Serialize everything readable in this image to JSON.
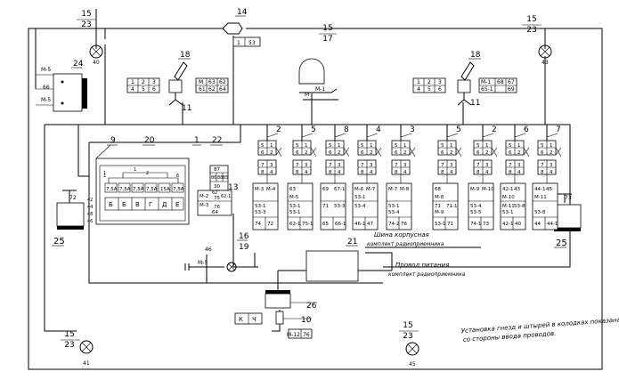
{
  "callouts": {
    "lamp_tl": "15\n23",
    "lamp_tr": "15\n23",
    "lamp_bl": "15\n23",
    "lamp_br": "15\n23",
    "dome": "15\n17",
    "sw14": "14",
    "item24": "24",
    "item18l": "18",
    "item18r": "18",
    "item11l": "11",
    "item11r": "11",
    "item9": "9",
    "item20": "20",
    "item1": "1",
    "item22": "22",
    "item13": "13",
    "item16": "16",
    "item19": "19",
    "item21": "21",
    "item26": "26",
    "item10": "10",
    "item25l": "25",
    "item25r": "25"
  },
  "pin_labels": {
    "lamp_tl": "40",
    "lamp_tr": "43",
    "lamp_bl": "41",
    "lamp_br": "45",
    "sw14_a": "1",
    "sw14_b": "53",
    "bat_l": "72",
    "bat_r": "73",
    "relay46": "46"
  },
  "connectors": {
    "tl": [
      [
        "1",
        "2",
        "3"
      ],
      [
        "4",
        "5",
        "6"
      ]
    ],
    "tl_side": [
      [
        "M",
        "63",
        "62"
      ],
      [
        "61",
        "62",
        "64"
      ]
    ],
    "tr": [
      [
        "1",
        "2",
        "3"
      ],
      [
        "4",
        "5",
        "6"
      ]
    ],
    "tr_side": [
      [
        "M-1",
        "68",
        "67"
      ],
      [
        "65-1",
        "",
        "69"
      ]
    ]
  },
  "item24_labels": [
    "M-5",
    "66",
    "M-5"
  ],
  "dome_labels": [
    "M-1",
    "M"
  ],
  "fuse_block": {
    "ratings": [
      "7,5A",
      "7,5A",
      "7,5A",
      "7,5A",
      "15A",
      "7,5A"
    ],
    "letters": [
      "Б",
      "Б",
      "В",
      "Г",
      "Д",
      "Е"
    ],
    "left_pins": [
      "42",
      "44",
      "48",
      "46",
      "1"
    ],
    "top_marks": [
      "1",
      "1",
      "1",
      "2",
      "1",
      "2",
      "6"
    ]
  },
  "item22_rows": [
    [
      "87",
      "",
      ""
    ],
    [
      "86",
      "88",
      "85"
    ],
    [
      "30",
      "",
      ""
    ]
  ],
  "relay_block": [
    "M-2",
    "M-3",
    "75",
    "76",
    "62",
    "62-1",
    "64"
  ],
  "switch_numbers": [
    "2",
    "5",
    "8",
    "4",
    "3",
    "5",
    "2",
    "6",
    "7"
  ],
  "switch_pins": [
    [
      "5",
      "1"
    ],
    [
      "6",
      "2"
    ],
    [
      "7",
      "3"
    ],
    [
      "8",
      "4"
    ]
  ],
  "wire_tables": [
    [
      "M-3",
      "M-4",
      "",
      "53-1",
      "53-3",
      "",
      "74",
      "72"
    ],
    [
      "63",
      "",
      "M-5",
      "53-1",
      "53-1",
      "",
      "62-1",
      "75-1"
    ],
    [
      "69",
      "67-1",
      "",
      "71",
      "",
      "53-3",
      "65",
      "66-1"
    ],
    [
      "M-6",
      "M-7",
      "53-1",
      "53-4",
      "",
      "",
      "46-1",
      "47"
    ],
    [
      "M-7",
      "M-8",
      "",
      "53-1",
      "53-4",
      "",
      "74-2",
      "76"
    ],
    [
      "68",
      "",
      "M-8",
      "71",
      "M-9",
      "71-1",
      "53-1",
      "71"
    ],
    [
      "M-9",
      "M-10",
      "",
      "53-4",
      "53-5",
      "",
      "74-1",
      "73"
    ],
    [
      "42-1",
      "43",
      "M-10",
      "M-11",
      "53-1",
      "53-8",
      "42-1",
      "40"
    ],
    [
      "44-1",
      "45",
      "M-11",
      "",
      "53-8",
      "",
      "44",
      "44-1"
    ]
  ],
  "notes": {
    "bus": "Шина корпусная",
    "bus_sub": "комплект радиоприемника",
    "feed": "Провод питания",
    "feed_sub": "комплект радиоприемника",
    "install": "Установка гнезд и штырей в колодках показана",
    "install_sub": "со стороны ввода проводов."
  },
  "bottom_labels": {
    "m5": "M-5",
    "kch": [
      "К",
      "Ч"
    ],
    "m12": "M-12",
    "p76": "76"
  }
}
